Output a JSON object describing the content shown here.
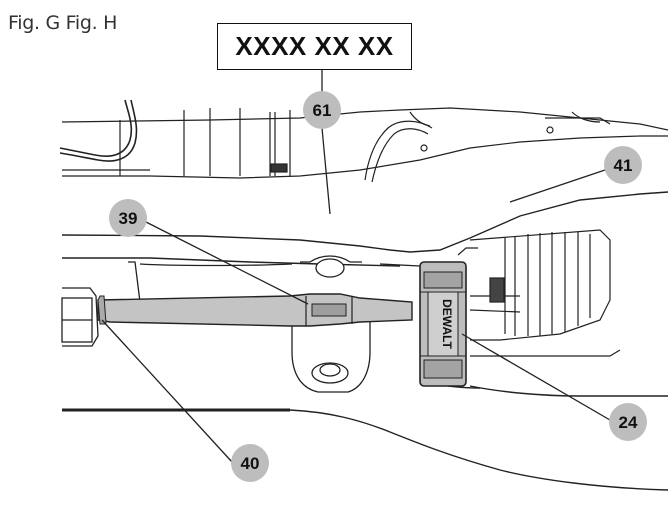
{
  "figure": {
    "caption": "Fig. G Fig. H",
    "label_box_text": "XXXX XX XX",
    "brand_text": "DEWALT"
  },
  "callouts": [
    {
      "id": "c61",
      "number": "61"
    },
    {
      "id": "c41",
      "number": "41"
    },
    {
      "id": "c39",
      "number": "39"
    },
    {
      "id": "c24",
      "number": "24"
    },
    {
      "id": "c40",
      "number": "40"
    }
  ],
  "colors": {
    "line": "#222222",
    "bar_fill": "#c4c4c4",
    "callout_fill": "#bdbdbd",
    "callout_text": "#111111"
  }
}
